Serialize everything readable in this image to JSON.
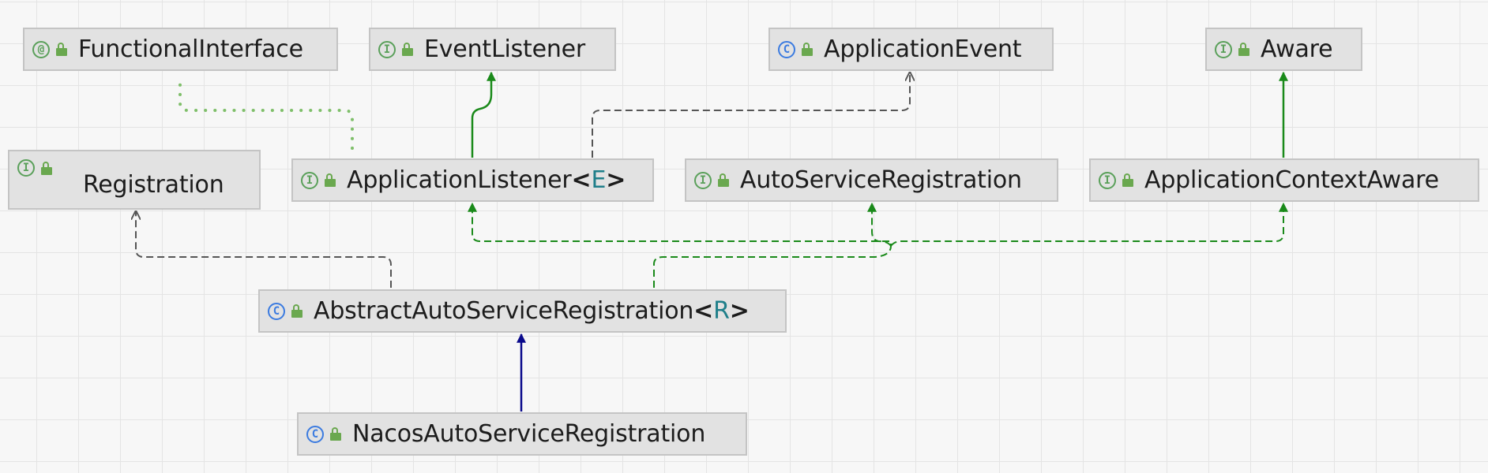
{
  "diagram": {
    "nodes": [
      {
        "id": "functional-interface",
        "kind": "annotation",
        "icon": "annotation-icon",
        "icon_char": "@",
        "name": "FunctionalInterface",
        "type_param": ""
      },
      {
        "id": "event-listener",
        "kind": "interface",
        "icon": "interface-icon",
        "icon_char": "I",
        "name": "EventListener",
        "type_param": ""
      },
      {
        "id": "application-event",
        "kind": "class",
        "icon": "class-icon",
        "icon_char": "C",
        "name": "ApplicationEvent",
        "type_param": ""
      },
      {
        "id": "aware",
        "kind": "interface",
        "icon": "interface-icon",
        "icon_char": "I",
        "name": "Aware",
        "type_param": ""
      },
      {
        "id": "registration",
        "kind": "interface",
        "icon": "interface-icon",
        "icon_char": "I",
        "name": "Registration",
        "type_param": ""
      },
      {
        "id": "application-listener",
        "kind": "interface",
        "icon": "interface-icon",
        "icon_char": "I",
        "name": "ApplicationListener",
        "type_param": "E"
      },
      {
        "id": "auto-service-registration",
        "kind": "interface",
        "icon": "interface-icon",
        "icon_char": "I",
        "name": "AutoServiceRegistration",
        "type_param": ""
      },
      {
        "id": "application-context-aware",
        "kind": "interface",
        "icon": "interface-icon",
        "icon_char": "I",
        "name": "ApplicationContextAware",
        "type_param": ""
      },
      {
        "id": "abstract-auto-service-registration",
        "kind": "class",
        "icon": "class-icon",
        "icon_char": "C",
        "name": "AbstractAutoServiceRegistration",
        "type_param": "R"
      },
      {
        "id": "nacos-auto-service-registration",
        "kind": "class",
        "icon": "class-icon",
        "icon_char": "C",
        "name": "NacosAutoServiceRegistration",
        "type_param": ""
      }
    ],
    "edges": [
      {
        "from": "application-listener",
        "to": "event-listener",
        "type": "extends",
        "color": "#1a8a1a"
      },
      {
        "from": "application-listener",
        "to": "functional-interface",
        "type": "annotated",
        "color": "#7fbf6a"
      },
      {
        "from": "application-listener",
        "to": "application-event",
        "type": "dependency",
        "color": "#555555"
      },
      {
        "from": "application-context-aware",
        "to": "aware",
        "type": "extends",
        "color": "#1a8a1a"
      },
      {
        "from": "abstract-auto-service-registration",
        "to": "registration",
        "type": "dependency",
        "color": "#555555"
      },
      {
        "from": "abstract-auto-service-registration",
        "to": "application-listener",
        "type": "implements",
        "color": "#1a8a1a"
      },
      {
        "from": "abstract-auto-service-registration",
        "to": "auto-service-registration",
        "type": "implements",
        "color": "#1a8a1a"
      },
      {
        "from": "abstract-auto-service-registration",
        "to": "application-context-aware",
        "type": "implements",
        "color": "#1a8a1a"
      },
      {
        "from": "nacos-auto-service-registration",
        "to": "abstract-auto-service-registration",
        "type": "extends-class",
        "color": "#0a0a8c"
      }
    ],
    "colors": {
      "node_fill": "#e2e2e2",
      "node_border": "#c4c4c4",
      "interface_icon": "#5aa05a",
      "class_icon": "#3b7be0",
      "type_param": "#1f7f8a"
    }
  }
}
